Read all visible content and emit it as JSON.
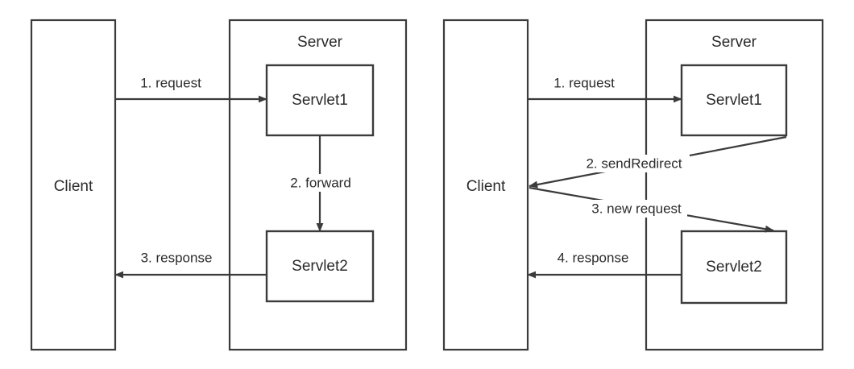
{
  "diagram": {
    "type": "servlet-request-flow",
    "panels": [
      {
        "id": "forward",
        "client": {
          "label": "Client"
        },
        "server": {
          "label": "Server"
        },
        "servlet1": {
          "label": "Servlet1"
        },
        "servlet2": {
          "label": "Servlet2"
        },
        "edges": [
          {
            "id": "e1",
            "label": "1. request"
          },
          {
            "id": "e2",
            "label": "2. forward"
          },
          {
            "id": "e3",
            "label": "3. response"
          }
        ]
      },
      {
        "id": "redirect",
        "client": {
          "label": "Client"
        },
        "server": {
          "label": "Server"
        },
        "servlet1": {
          "label": "Servlet1"
        },
        "servlet2": {
          "label": "Servlet2"
        },
        "edges": [
          {
            "id": "e1",
            "label": "1. request"
          },
          {
            "id": "e2",
            "label": "2. sendRedirect"
          },
          {
            "id": "e3",
            "label": "3. new request"
          },
          {
            "id": "e4",
            "label": "4. response"
          }
        ]
      }
    ],
    "colors": {
      "stroke": "#3b3b3b",
      "text": "#2b2b2b",
      "background": "#ffffff"
    }
  }
}
